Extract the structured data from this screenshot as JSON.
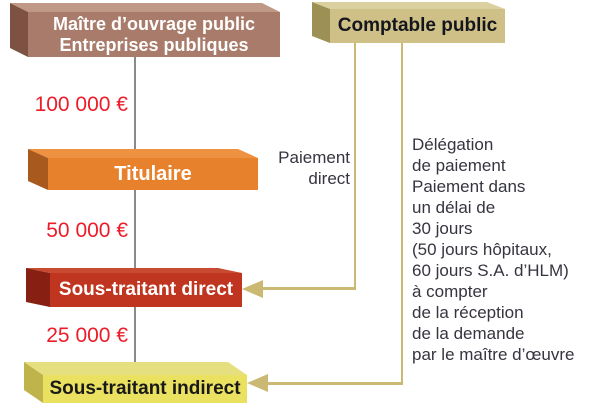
{
  "boxes": {
    "maitre": {
      "label": "Maître d’ouvrage public\nEntreprises publiques"
    },
    "comptable": {
      "label": "Comptable public"
    },
    "titulaire": {
      "label": "Titulaire"
    },
    "sous_traitant_direct": {
      "label": "Sous-traitant direct"
    },
    "sous_traitant_indirect": {
      "label": "Sous-traitant indirect"
    }
  },
  "amounts": {
    "titulaire": "100 000 €",
    "sous_traitant_direct": "50 000 €",
    "sous_traitant_indirect": "25 000 €"
  },
  "annotations": {
    "paiement_direct": "Paiement\ndirect",
    "delegation": "Délégation\nde paiement\nPaiement dans\nun délai de\n30 jours\n(50 jours hôpitaux,\n60 jours S.A. d’HLM)\nà compter\nde la réception\nde la demande\npar le maître d’œuvre"
  },
  "colors": {
    "maitre_main": "#a87b6a",
    "comptable_main": "#cec086",
    "titulaire_main": "#e8812c",
    "sous_traitant_direct_main": "#c0351f",
    "sous_traitant_indirect_main": "#eae160",
    "amount_text": "#ed1c29",
    "connector_tan": "#cab873",
    "connector_gray": "#8a8a8a",
    "note_text": "#35353f"
  }
}
